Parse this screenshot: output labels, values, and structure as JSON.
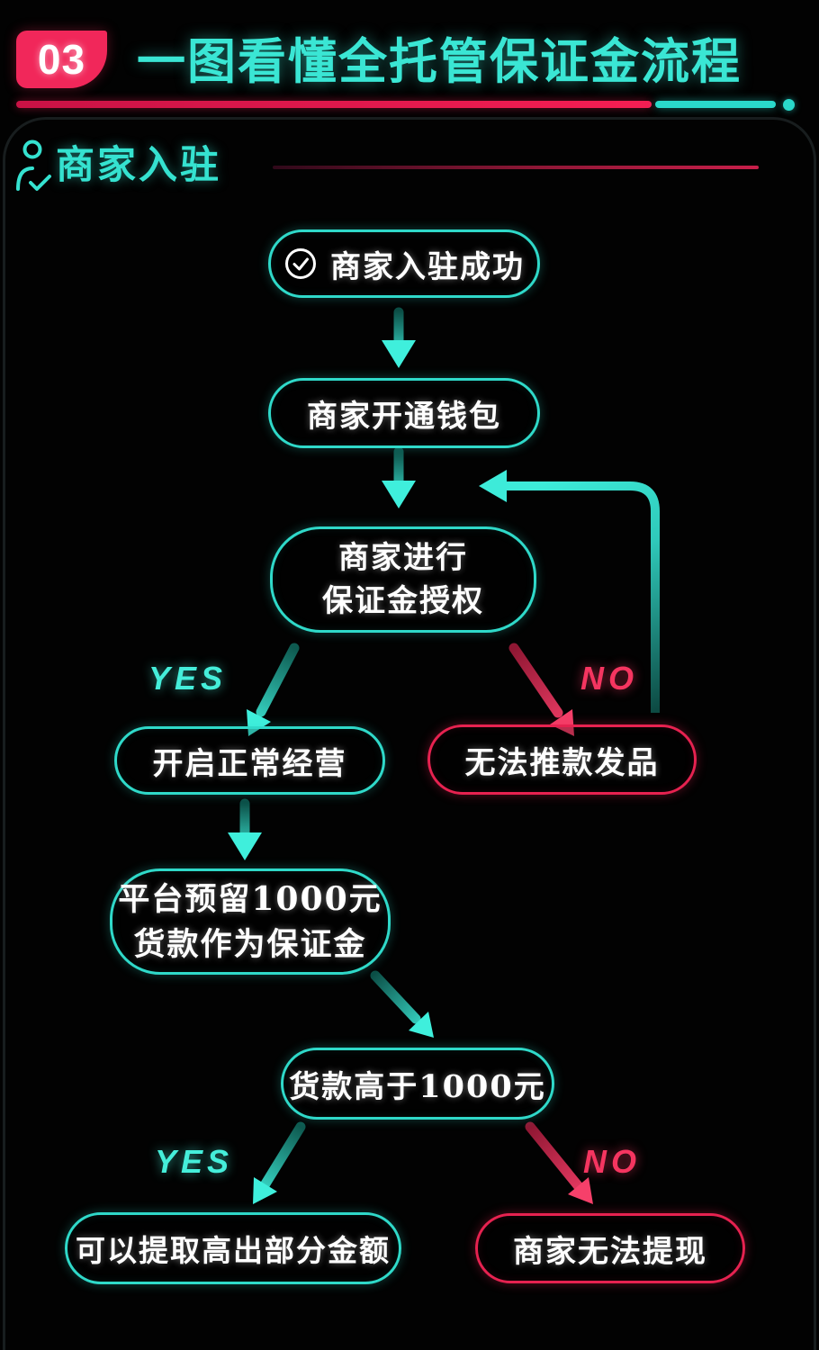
{
  "colors": {
    "teal": "#35E2D0",
    "pink": "#F1275A",
    "text": "#FFFFFF",
    "background": "#020202"
  },
  "header": {
    "badge_label": "03",
    "title": "一图看懂全托管保证金流程"
  },
  "section": {
    "title": "商家入驻",
    "icon": "person-check-icon"
  },
  "flow": {
    "nodes": [
      {
        "label": "商家入驻成功",
        "icon": "circle-check-icon",
        "variant": "teal"
      },
      {
        "label": "商家开通钱包",
        "variant": "teal"
      },
      {
        "line1": "商家进行",
        "line2": "保证金授权",
        "variant": "teal"
      },
      {
        "label": "开启正常经营",
        "variant": "teal"
      },
      {
        "label": "无法推款发品",
        "variant": "pink"
      },
      {
        "line1": "平台预留1000元",
        "line2": "货款作为保证金",
        "variant": "teal"
      },
      {
        "label": "货款高于1000元",
        "variant": "teal"
      },
      {
        "label": "可以提取高出部分金额",
        "variant": "teal"
      },
      {
        "label": "商家无法提现",
        "variant": "pink"
      }
    ],
    "decisions": [
      {
        "yes": "YES",
        "no": "NO"
      },
      {
        "yes": "YES",
        "no": "NO"
      }
    ]
  }
}
